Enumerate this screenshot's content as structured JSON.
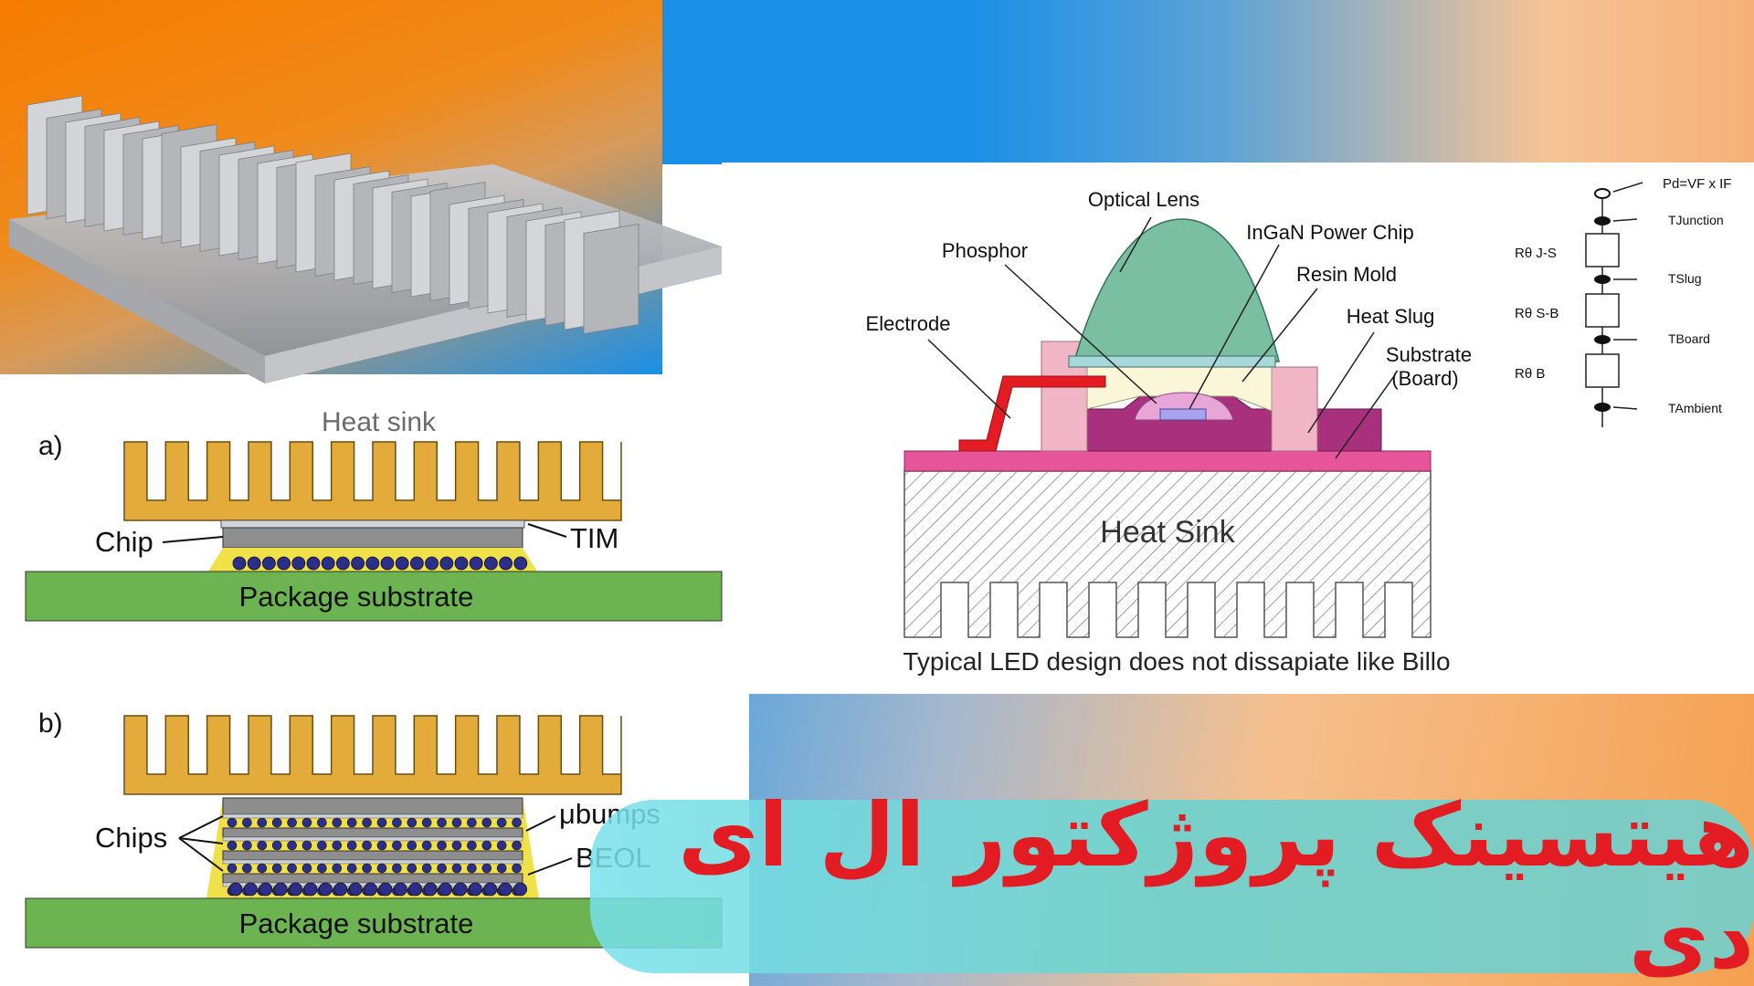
{
  "banner": {
    "title": "هیتسینک پروژکتور ال ای دی"
  },
  "heatsink_photo": {
    "label": "Heat sink"
  },
  "diagram_a": {
    "panel_label": "a)",
    "chip_label": "Chip",
    "tim_label": "TIM",
    "substrate_label": "Package substrate"
  },
  "diagram_b": {
    "panel_label": "b)",
    "chips_label": "Chips",
    "ubumps_label": "μbumps",
    "beol_label": "BEOL",
    "substrate_label": "Package substrate"
  },
  "led_diagram": {
    "optical_lens": "Optical Lens",
    "ingan_chip": "InGaN Power Chip",
    "phosphor": "Phosphor",
    "resin_mold": "Resin Mold",
    "electrode": "Electrode",
    "heat_slug": "Heat Slug",
    "substrate_line1": "Substrate",
    "substrate_line2": "(Board)",
    "heat_sink": "Heat Sink",
    "caption": "Typical LED design does not dissapiate like Billo"
  },
  "thermal_circuit": {
    "power": "Pd=VF x IF",
    "t_junction": "TJunction",
    "t_slug": "TSlug",
    "t_board": "TBoard",
    "t_ambient": "TAmbient",
    "r_js": "Rθ J-S",
    "r_sb": "Rθ S-B",
    "r_b": "Rθ B"
  },
  "colors": {
    "heatsink_gold": "#e3ac3a",
    "substrate_green": "#6cb351",
    "banner_red": "#e31b23",
    "led_magenta": "#a8307c",
    "led_pink": "#e6559a",
    "lens_green": "#7bbfa2"
  }
}
